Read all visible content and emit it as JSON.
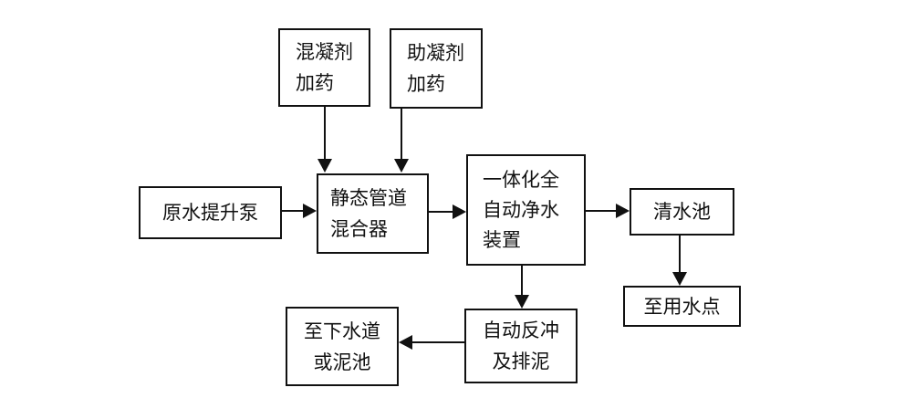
{
  "diagram": {
    "type": "flowchart",
    "background_color": "#ffffff",
    "line_color": "#111111",
    "nodes": {
      "coagulant_dosing": {
        "lines": [
          "混凝剂",
          "加药"
        ]
      },
      "coagulant_aid_dosing": {
        "lines": [
          "助凝剂",
          "加药"
        ]
      },
      "raw_water_pump": {
        "lines": [
          "原水提升泵"
        ]
      },
      "static_pipe_mixer": {
        "lines": [
          "静态管道",
          "混合器"
        ]
      },
      "integrated_purifier": {
        "lines": [
          "一体化全",
          "自动净水",
          "装置"
        ]
      },
      "clear_water_tank": {
        "lines": [
          "清水池"
        ]
      },
      "water_use_point": {
        "lines": [
          "至用水点"
        ]
      },
      "auto_backwash_sludge": {
        "lines": [
          "自动反冲",
          "及排泥"
        ]
      },
      "sewer_or_sludge_pool": {
        "lines": [
          "至下水道",
          "或泥池"
        ]
      }
    },
    "edges": [
      {
        "from": "coagulant_dosing",
        "to": "static_pipe_mixer",
        "direction": "down"
      },
      {
        "from": "coagulant_aid_dosing",
        "to": "static_pipe_mixer",
        "direction": "down"
      },
      {
        "from": "raw_water_pump",
        "to": "static_pipe_mixer",
        "direction": "right"
      },
      {
        "from": "static_pipe_mixer",
        "to": "integrated_purifier",
        "direction": "right"
      },
      {
        "from": "integrated_purifier",
        "to": "clear_water_tank",
        "direction": "right"
      },
      {
        "from": "clear_water_tank",
        "to": "water_use_point",
        "direction": "down"
      },
      {
        "from": "integrated_purifier",
        "to": "auto_backwash_sludge",
        "direction": "down"
      },
      {
        "from": "auto_backwash_sludge",
        "to": "sewer_or_sludge_pool",
        "direction": "left"
      }
    ]
  }
}
